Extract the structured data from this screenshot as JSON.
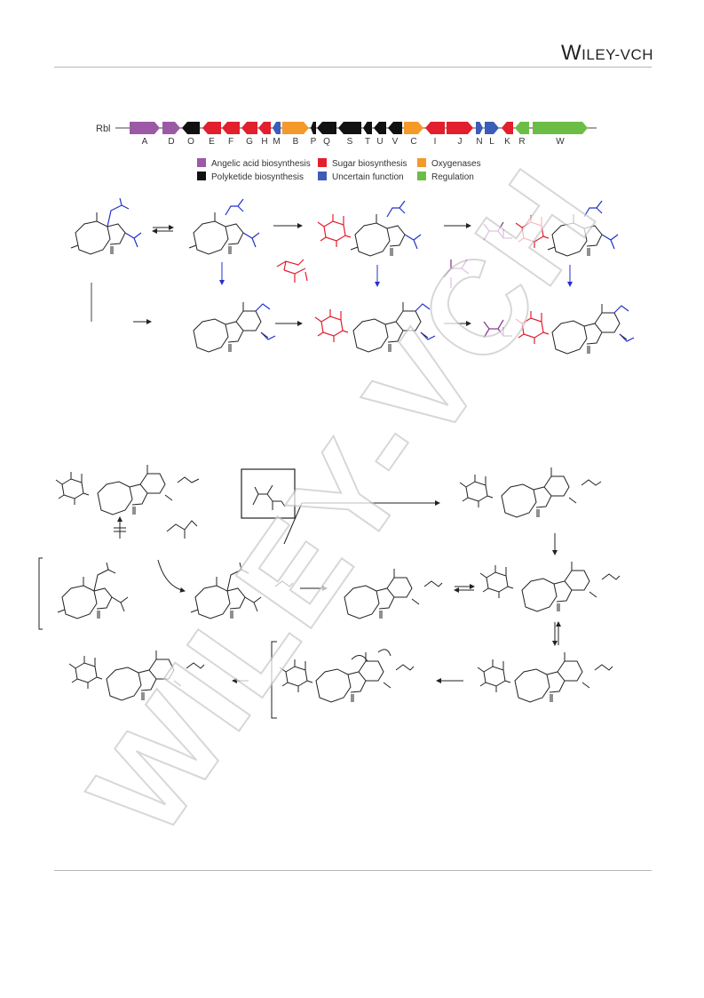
{
  "header": {
    "publisher_w": "W",
    "publisher_rest": "ILEY",
    "publisher_vch": "-VCH"
  },
  "watermark": {
    "text": "WILEY-VCH"
  },
  "gene_cluster": {
    "name": "Rbl",
    "genes": [
      {
        "label": "A",
        "color": "#9c59a6",
        "dir": "right"
      },
      {
        "label": "D",
        "color": "#9c59a6",
        "dir": "right"
      },
      {
        "label": "O",
        "color": "#111111",
        "dir": "left"
      },
      {
        "label": "E",
        "color": "#e31e2d",
        "dir": "left"
      },
      {
        "label": "F",
        "color": "#e31e2d",
        "dir": "left"
      },
      {
        "label": "G",
        "color": "#e31e2d",
        "dir": "left"
      },
      {
        "label": "H",
        "color": "#e31e2d",
        "dir": "left"
      },
      {
        "label": "M",
        "color": "#3b5cb8",
        "dir": "left"
      },
      {
        "label": "B",
        "color": "#f39a2a",
        "dir": "right"
      },
      {
        "label": "P",
        "color": "#111111",
        "dir": "left"
      },
      {
        "label": "Q",
        "color": "#111111",
        "dir": "left"
      },
      {
        "label": "S",
        "color": "#111111",
        "dir": "left"
      },
      {
        "label": "T",
        "color": "#111111",
        "dir": "left"
      },
      {
        "label": "U",
        "color": "#111111",
        "dir": "left"
      },
      {
        "label": "V",
        "color": "#111111",
        "dir": "left"
      },
      {
        "label": "C",
        "color": "#f39a2a",
        "dir": "right"
      },
      {
        "label": "I",
        "color": "#e31e2d",
        "dir": "left"
      },
      {
        "label": "J",
        "color": "#e31e2d",
        "dir": "right"
      },
      {
        "label": "N",
        "color": "#3b5cb8",
        "dir": "right"
      },
      {
        "label": "L",
        "color": "#3b5cb8",
        "dir": "right"
      },
      {
        "label": "K",
        "color": "#e31e2d",
        "dir": "left"
      },
      {
        "label": "R",
        "color": "#6cbd45",
        "dir": "left"
      },
      {
        "label": "W",
        "color": "#6cbd45",
        "dir": "right"
      }
    ]
  },
  "legend": [
    {
      "label": "Angelic acid biosynthesis",
      "color": "#9c59a6"
    },
    {
      "label": "Sugar biosynthesis",
      "color": "#e31e2d"
    },
    {
      "label": "Oxygenases",
      "color": "#f39a2a"
    },
    {
      "label": "Polyketide biosynthesis",
      "color": "#111111"
    },
    {
      "label": "Uncertain function",
      "color": "#3b5cb8"
    },
    {
      "label": "Regulation",
      "color": "#6cbd45"
    }
  ],
  "colors": {
    "polyketide": "#111111",
    "isoprene": "#2430c9",
    "sugar": "#e31e2d",
    "angelate": "#8e3c96"
  }
}
